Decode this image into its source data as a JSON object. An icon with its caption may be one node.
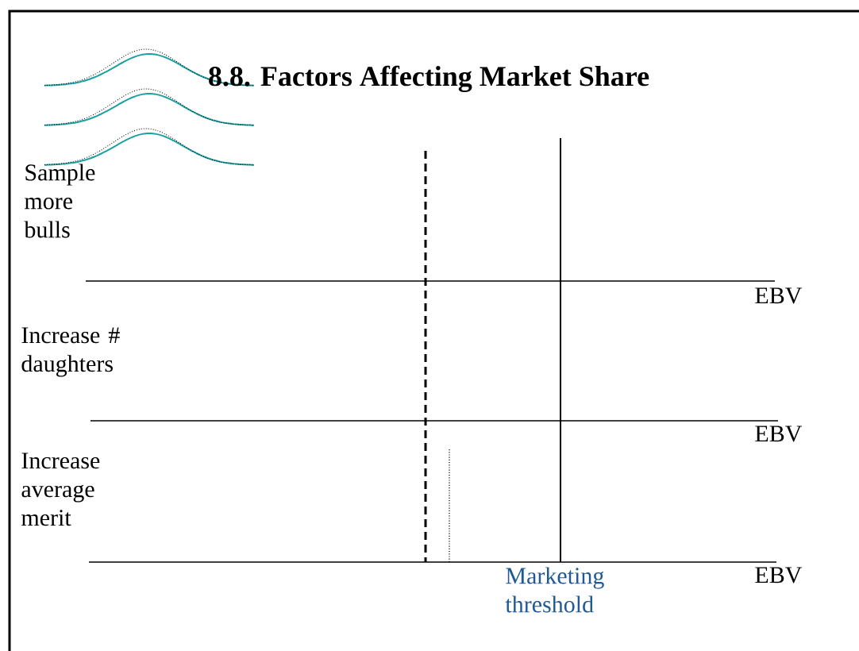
{
  "diagram": {
    "title": "8.8. Factors Affecting Market Share",
    "labels": [
      "Sample more bulls",
      "EBV",
      "Increase # daughters",
      "EBV",
      "Increase average merit",
      "Marketing threshold",
      "EBV"
    ]
  }
}
